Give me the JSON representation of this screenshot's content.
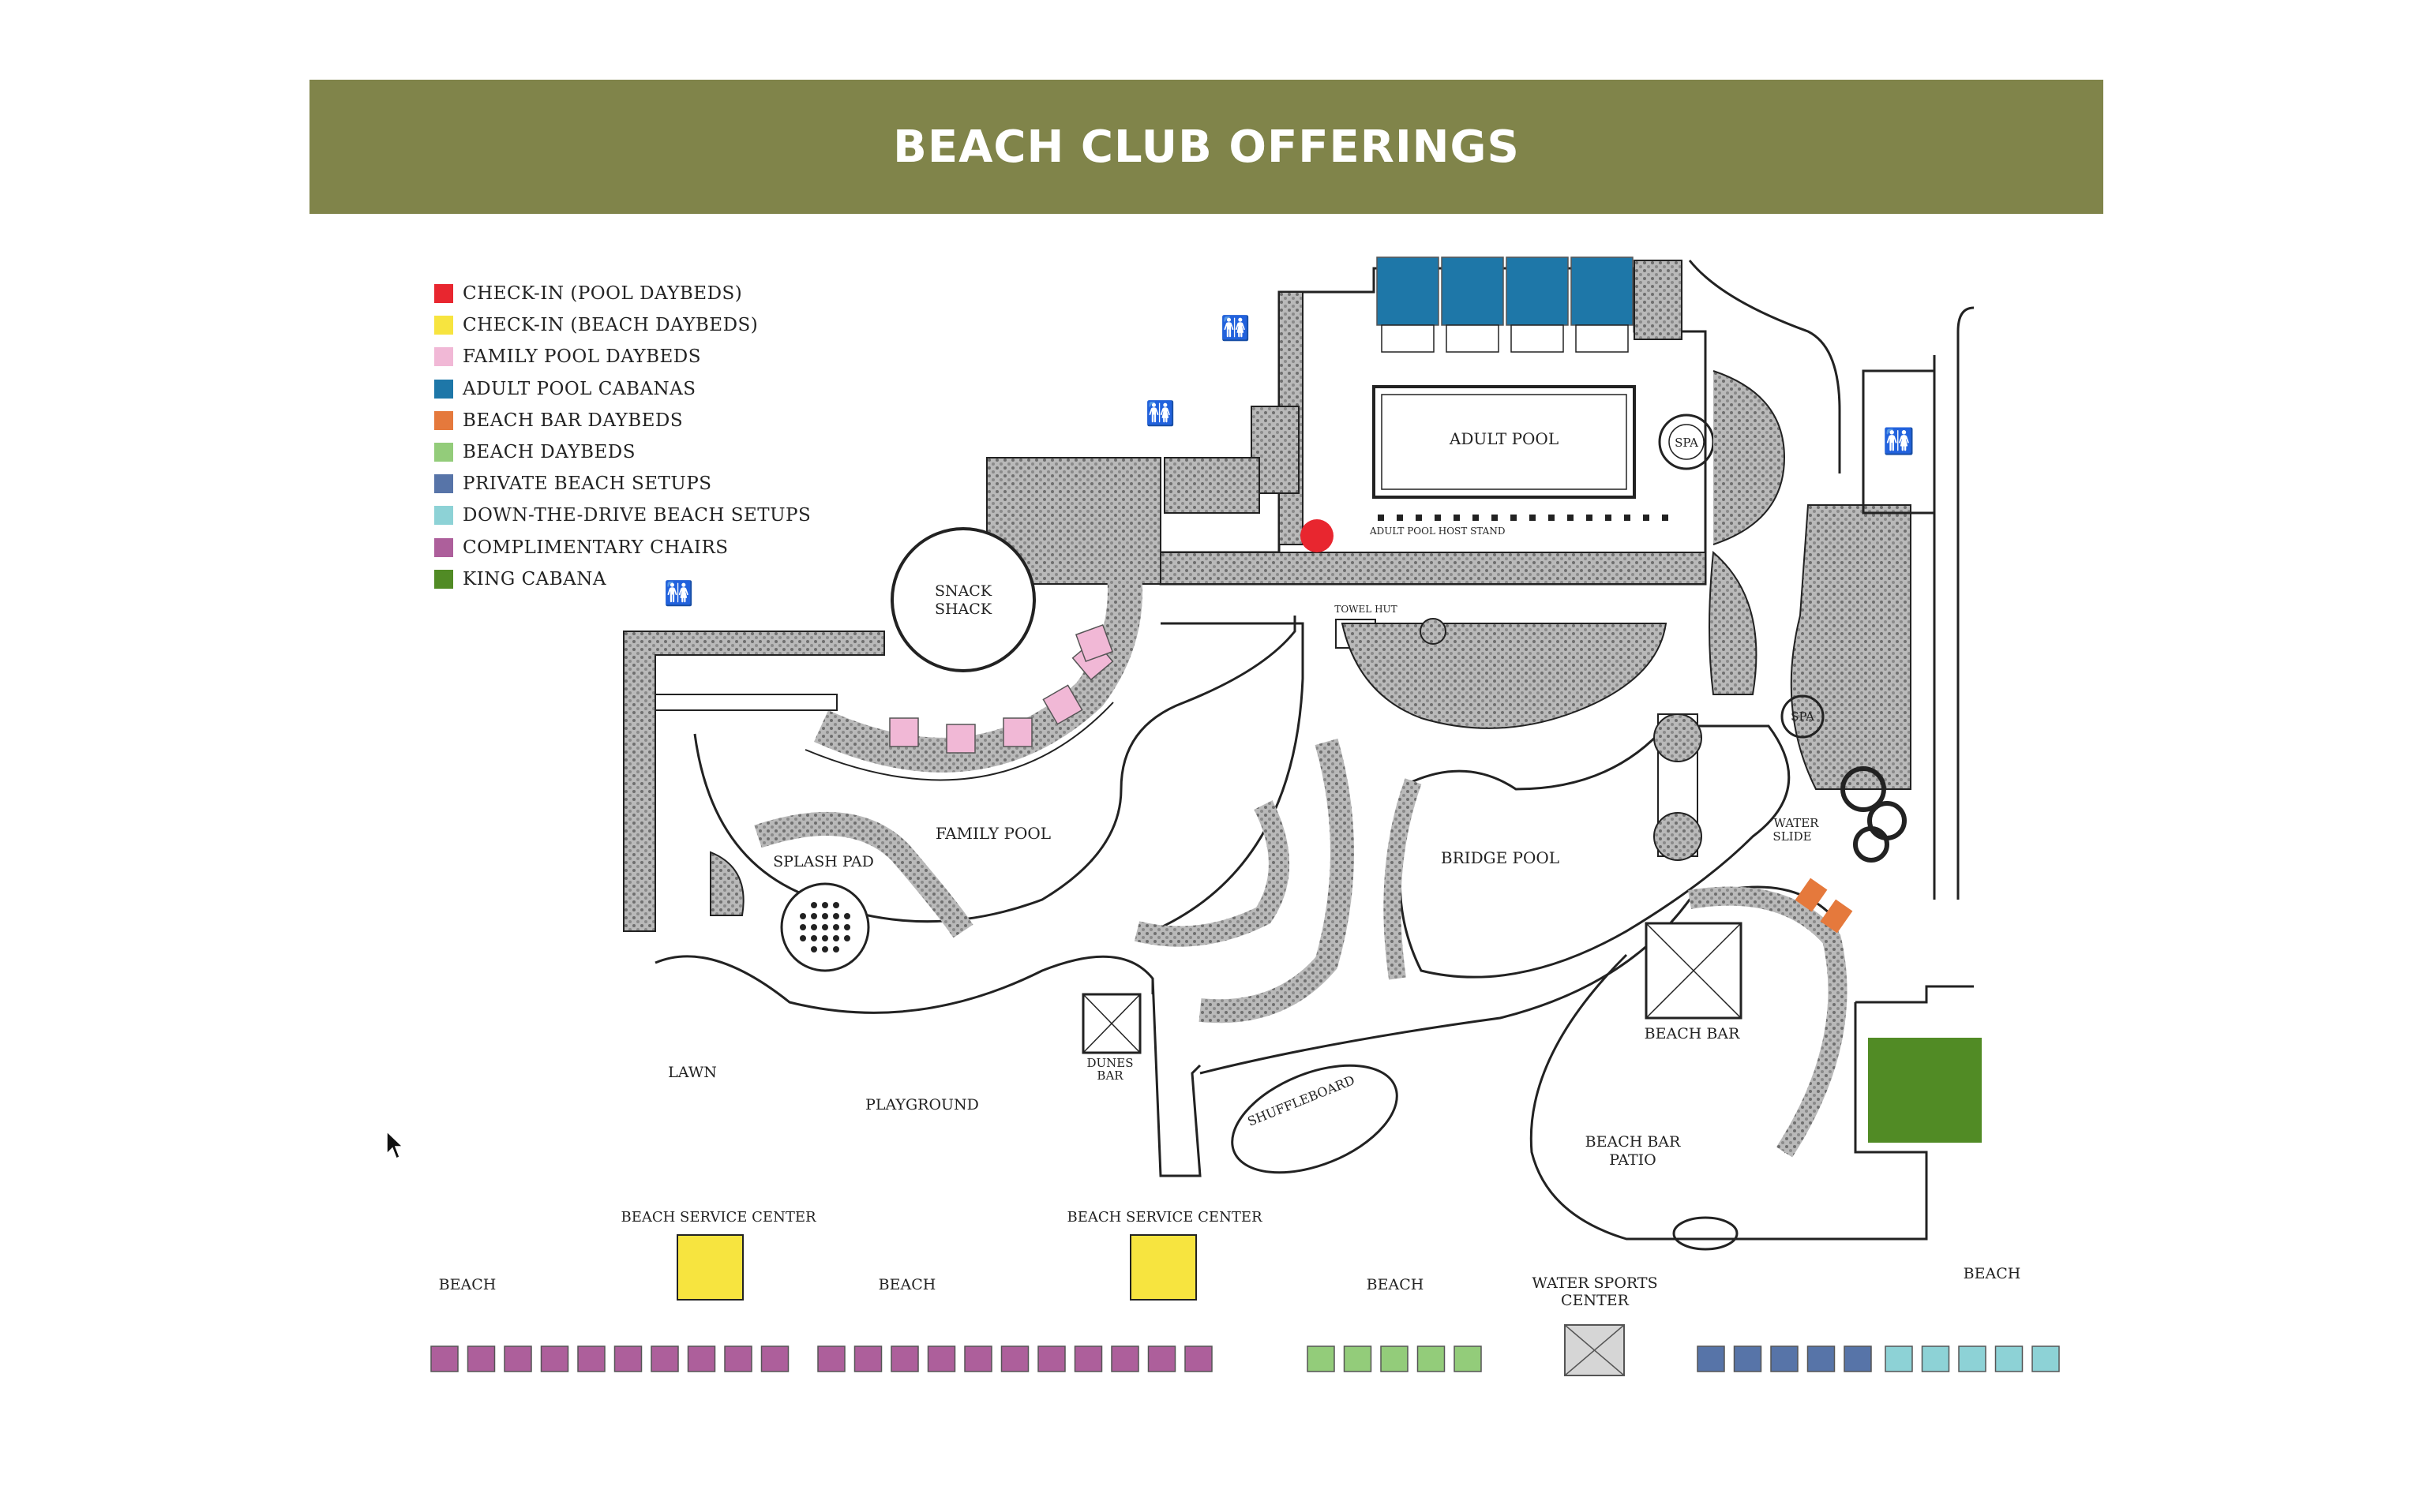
{
  "banner": {
    "title": "BEACH CLUB OFFERINGS",
    "color": "#80844a"
  },
  "legend": [
    {
      "label": "CHECK-IN (POOL DAYBEDS)",
      "color": "#e8262f"
    },
    {
      "label": "CHECK-IN (BEACH DAYBEDS)",
      "color": "#f7e43f"
    },
    {
      "label": "FAMILY POOL DAYBEDS",
      "color": "#f1b8d6"
    },
    {
      "label": "ADULT POOL CABANAS",
      "color": "#1e77a8"
    },
    {
      "label": "BEACH BAR DAYBEDS",
      "color": "#e5793c"
    },
    {
      "label": "BEACH DAYBEDS",
      "color": "#93cc7a"
    },
    {
      "label": "PRIVATE BEACH SETUPS",
      "color": "#5774a8"
    },
    {
      "label": "DOWN-THE-DRIVE BEACH SETUPS",
      "color": "#8dd2d6"
    },
    {
      "label": "COMPLIMENTARY CHAIRS",
      "color": "#ad5f9b"
    },
    {
      "label": "KING CABANA",
      "color": "#518b25"
    }
  ],
  "map_labels": {
    "adult_pool": "ADULT POOL",
    "spa_top": "SPA",
    "adult_pool_host_stand": "ADULT POOL HOST STAND",
    "snack": "SNACK",
    "shack": "SHACK",
    "towel_hut": "TOWEL HUT",
    "spa_right": "SPA",
    "water": "WATER",
    "slide": "SLIDE",
    "family_pool": "FAMILY POOL",
    "splash_pad": "SPLASH PAD",
    "bridge_pool": "BRIDGE POOL",
    "beach_bar": "BEACH BAR",
    "dunes": "DUNES",
    "bar": "BAR",
    "shuffleboard": "SHUFFLEBOARD",
    "lawn": "LAWN",
    "playground": "PLAYGROUND",
    "beach_bar_patio_1": "BEACH BAR",
    "beach_bar_patio_2": "PATIO",
    "beach_service_center_left": "BEACH SERVICE CENTER",
    "beach_service_center_right": "BEACH SERVICE CENTER",
    "beach_1": "BEACH",
    "beach_2": "BEACH",
    "beach_3": "BEACH",
    "beach_4": "BEACH",
    "water_sports_1": "WATER SPORTS",
    "water_sports_2": "CENTER"
  },
  "counts": {
    "complimentary_chairs": 21,
    "beach_daybeds": 5,
    "private_beach_setups": 5,
    "down_the_drive_setups": 5,
    "adult_pool_cabanas": 4,
    "family_pool_daybeds": 6,
    "beach_bar_daybeds": 2
  }
}
